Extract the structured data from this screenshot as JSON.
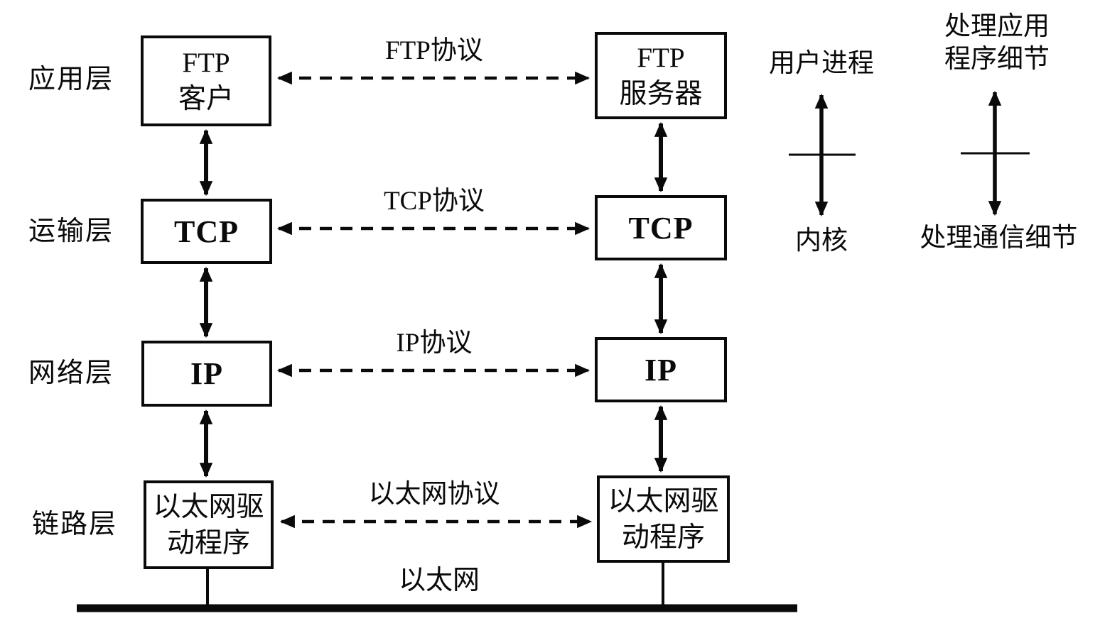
{
  "figure": {
    "layers": [
      {
        "label": "应用层"
      },
      {
        "label": "运输层"
      },
      {
        "label": "网络层"
      },
      {
        "label": "链路层"
      }
    ],
    "client_stack": [
      {
        "label": "FTP\n客户"
      },
      {
        "label": "TCP"
      },
      {
        "label": "IP"
      },
      {
        "label": "以太网驱\n动程序"
      }
    ],
    "server_stack": [
      {
        "label": "FTP\n服务器"
      },
      {
        "label": "TCP"
      },
      {
        "label": "IP"
      },
      {
        "label": "以太网驱\n动程序"
      }
    ],
    "protocols": [
      {
        "label": "FTP协议"
      },
      {
        "label": "TCP协议"
      },
      {
        "label": "IP协议"
      },
      {
        "label": "以太网协议"
      }
    ],
    "annotations": {
      "user_process": "用户进程",
      "kernel": "内核",
      "app_details": "处理应用\n程序细节",
      "comm_details": "处理通信细节"
    },
    "network_label": "以太网",
    "colors": {
      "ink": "#0a0a0a",
      "background": "#ffffff"
    }
  }
}
